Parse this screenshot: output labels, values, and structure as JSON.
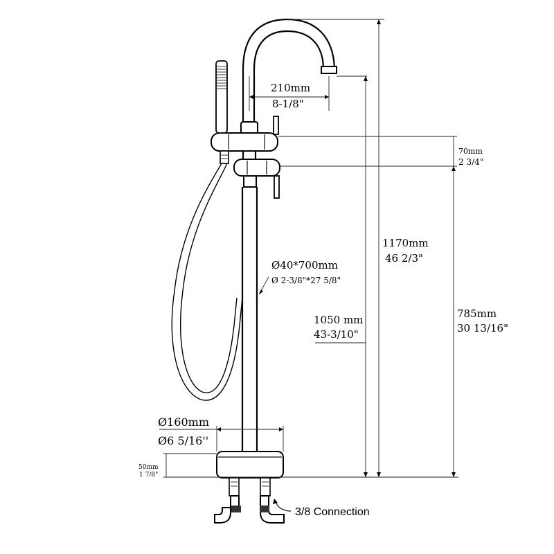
{
  "dimensions": {
    "spout_reach_mm": "210mm",
    "spout_reach_in": "8-1/8\"",
    "handle_spacing_mm": "70mm",
    "handle_spacing_in": "2 3/4\"",
    "total_height_mm": "1170mm",
    "total_height_in": "46 2/3\"",
    "column_dia_mm": "Ø40*700mm",
    "column_dia_in": "Ø 2-3/8\"*27 5/8\"",
    "spout_height_mm": "1050 mm",
    "spout_height_in": "43-3/10\"",
    "handle_height_mm": "785mm",
    "handle_height_in": "30 13/16\"",
    "base_dia_mm": "Ø160mm",
    "base_dia_in": "Ø6 5/16''",
    "base_height_mm": "50mm",
    "base_height_in": "1 7/8\"",
    "connection": "3/8 Connection"
  }
}
